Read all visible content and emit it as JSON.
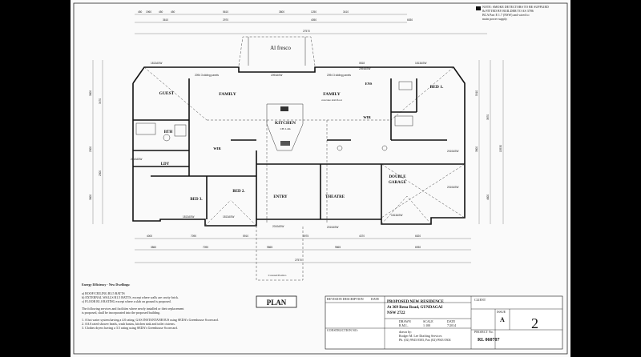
{
  "notes": {
    "smoke": [
      "NOTE: SMOKE DETECTORS TO BE SUPPLIED",
      "& FITTED BY BUILDER TO AS 3786",
      "BCA Part E 1.7 (NSW) and wired to",
      "main power supply."
    ]
  },
  "rooms": {
    "alfresco": "Al fresco",
    "guest": "GUEST",
    "family1": "FAMILY",
    "family2": "FAMILY",
    "family2_sub": "concrete slab floor",
    "bed1": "BED 1.",
    "kitchen": "KITCHEN",
    "kitchen_sub": "CH 2.4m",
    "bth": "BTH",
    "ldy": "LDY",
    "wir1": "WIR",
    "wir2": "WIR",
    "ens": "ENS",
    "bed3": "BED 3.",
    "bed2": "BED 2.",
    "entry": "ENTRY",
    "theatre": "THEATRE",
    "garage": "DOUBLE\nGARAGE",
    "porch": "Covered Portico"
  },
  "openings": {
    "sliding1": "2094 3 sliding panels",
    "sliding2": "2094 3 sliding panels",
    "w_guest": "1813ASW",
    "w_bed1": "1813ASW",
    "w_1": "2094ASW",
    "w_2": "2094ASW",
    "w_ens": "0818",
    "w_bed3": "1813ASW",
    "w_bed2": "1813ASW",
    "w_theatre": "2010ASW",
    "w_garage_door": "1813ASW",
    "w_entry": "2010ASW",
    "w_3": "2010ASW",
    "w_4": "2010ASW",
    "w_5": "2010ASW"
  },
  "dims": {
    "top_row": [
      "450",
      "1960",
      "450",
      "450",
      "5610",
      "3800",
      "1250",
      "3410"
    ],
    "top_row2": [
      "3610",
      "2970",
      "4050",
      "6530"
    ],
    "overall_top": "27570",
    "bottom_row": [
      "4000",
      "7090",
      "5910",
      "5975",
      "4370",
      "6520"
    ],
    "bottom_row2": [
      "3860",
      "7090",
      "9865",
      "9865",
      "6930"
    ],
    "overall_bottom": "27570",
    "left_col": [
      "3600",
      "3470",
      "2300",
      "2300",
      "3600"
    ],
    "right_col": [
      "5910",
      "3800",
      "3870",
      "4600"
    ],
    "overall_right": "15530"
  },
  "energy": {
    "heading": "Energy Efficiency - New Dwellings:",
    "lines": [
      "a) ROOF/CEILING R3.5 BATTS",
      "b) EXTERNAL WALLS R1.5 BATTS, except where walls are cavity brick.",
      "c) FLOOR R1.0 RATING except where a slab on ground is proposed."
    ],
    "para": [
      "The following services and facilities where newly installed or their replacement",
      "is proposed, shall be incorporated into the proposed building."
    ],
    "items": [
      "1. A hot water system having a 4.0 rating, GAS INSTANTANEOUS using SEDA's Greenhouse Scorecard.",
      "2. AAA rated shower heads, wash basins, kitchen sink and toilet cisterns.",
      "3. Clothes dryers having a 3.5 rating using SEDA's Greenhouse Scorecard."
    ]
  },
  "title_block": {
    "plan": "PLAN",
    "rev_desc": "REVISION DESCRIPTION",
    "date": "DATE",
    "client": "CLIENT",
    "project_title": "PROPOSED NEW RESIDENCE",
    "address": "At 369 Rena Road, GUNDAGAI",
    "state": "NSW  2722",
    "drawn": "DRAWN",
    "scale": "SCALE",
    "date2": "DATE",
    "drawn_val": "R.M.L.",
    "scale_val": "1:100",
    "date_val": "7/2014",
    "issue": "ISSUE",
    "issue_val": "A",
    "sheet_no": "2",
    "project_no_label": "PROJECT No.",
    "project_no": "RL 060707",
    "construction": "CONSTRUCTION NO:",
    "drawn_by": [
      "drawn by:",
      "Rodger M. Lee Drafting Services",
      "Ph. (02) 9943 0303, Fax (02) 9943 0304"
    ]
  }
}
